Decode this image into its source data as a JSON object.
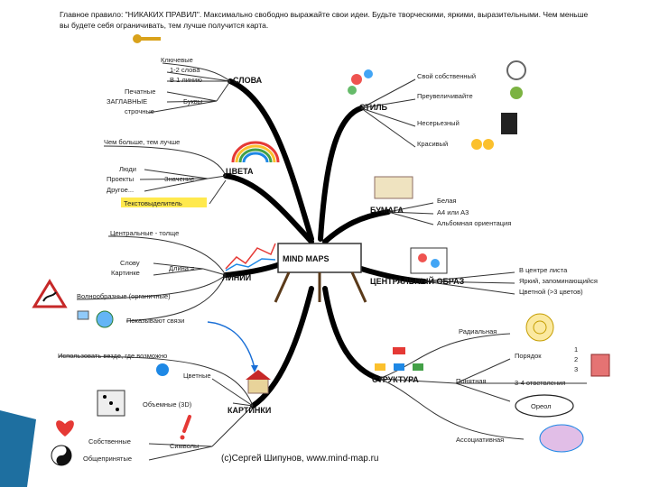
{
  "intro_text": "Главное правило: \"НИКАКИХ ПРАВИЛ\". Максимально свободно выражайте свои идеи. Будьте творческими, яркими, выразительными. Чем меньше вы будете себя ограничивать, тем лучше получится карта.",
  "center": {
    "label": "MIND MAPS"
  },
  "branches": {
    "slova": {
      "title": "СЛОВА",
      "items": [
        "Ключевые",
        "1-2 слова",
        "В 1 линию",
        "Печатные",
        "ЗАГЛАВНЫЕ",
        "Буквы",
        "строчные"
      ]
    },
    "tsveta": {
      "title": "ЦВЕТА",
      "items": [
        "Чем больше, тем лучше",
        "Люди",
        "Проекты",
        "Другое...",
        "Значение",
        "Текстовыделитель"
      ]
    },
    "linii": {
      "title": "ЛИНИИ",
      "items": [
        "Центральные - толще",
        "Слову",
        "Картинке",
        "Длина =",
        "Волнообразные (органичные)",
        "Показывают связи"
      ]
    },
    "kartinki": {
      "title": "КАРТИНКИ",
      "items": [
        "Использовать везде, где возможно",
        "Цветные",
        "Объемные (3D)",
        "Символы",
        "Собственные",
        "Общепринятые"
      ]
    },
    "stil": {
      "title": "СТИЛЬ",
      "items": [
        "Свой собственный",
        "Преувеличивайте",
        "Несерьезный",
        "Красивый"
      ]
    },
    "bumaga": {
      "title": "БУМАГА",
      "items": [
        "Белая",
        "А4 или А3",
        "Альбомная ориентация"
      ]
    },
    "obraz": {
      "title": "ЦЕНТРАЛЬНЫЙ ОБРАЗ",
      "items": [
        "В центре листа",
        "Яркий, запоминающийся",
        "Цветной (>3 цветов)"
      ]
    },
    "struktura": {
      "title": "СТРУКТУРА",
      "items": [
        "Радиальная",
        "Понятная",
        "Порядок",
        "1",
        "2",
        "3",
        "3-4 ответвления",
        "Ореол",
        "Ассоциативная"
      ]
    }
  },
  "copyright": "(c)Сергей Шипунов, www.mind-map.ru",
  "colors": {
    "accent": "#1a6fd6",
    "highlight": "#ffe94d",
    "branch": "#000000",
    "corner": "#1e6fa0"
  }
}
